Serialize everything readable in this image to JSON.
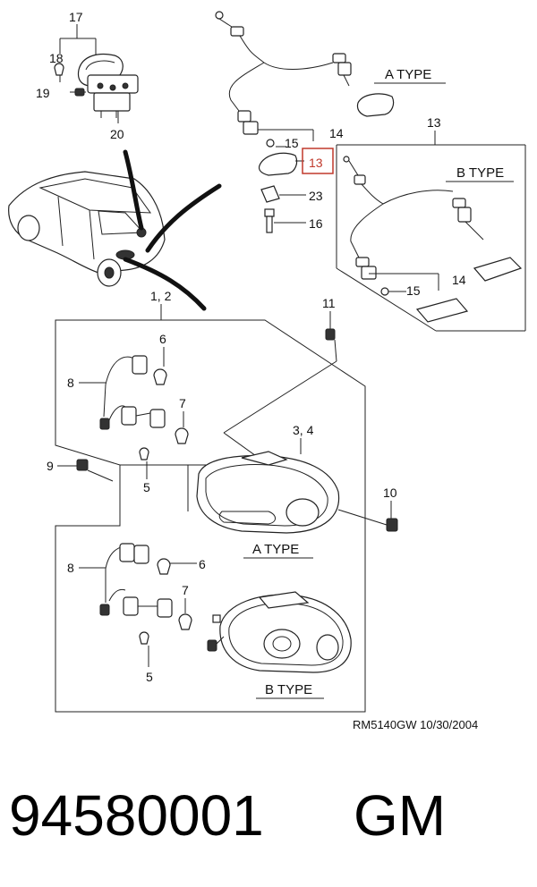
{
  "diagram": {
    "callouts": {
      "c17": "17",
      "c18": "18",
      "c19": "19",
      "c20": "20",
      "c14a": "14",
      "c15a": "15",
      "c13": "13",
      "c23": "23",
      "c16": "16",
      "c13b": "13",
      "c14b": "14",
      "c15b": "15",
      "c12": "1, 2",
      "c11": "11",
      "c6a": "6",
      "c8a": "8",
      "c7a": "7",
      "c5a": "5",
      "c9": "9",
      "c34": "3, 4",
      "c10": "10",
      "c8b": "8",
      "c6b": "6",
      "c7b": "7",
      "c5b": "5"
    },
    "type_labels": {
      "a_top": "A TYPE",
      "b_top": "B TYPE",
      "a_lamp": "A TYPE",
      "b_lamp": "B TYPE"
    },
    "highlight_color": "#c0392b",
    "reference": "RM5140GW  10/30/2004"
  },
  "footer": {
    "part_number": "94580001",
    "brand": "GM"
  }
}
